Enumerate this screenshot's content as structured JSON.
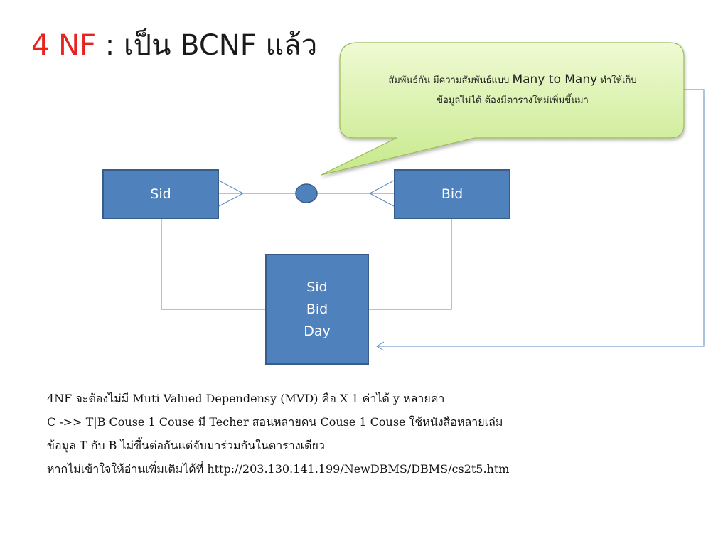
{
  "title": {
    "prefix": "4 NF",
    "rest": " : เป็น BCNF แล้ว"
  },
  "callout": {
    "part1": "สัมพันธ์กัน มีความสัมพันธ์แบบ",
    "emphasis": "Many to Many",
    "part2": "ทำให้เก็บ",
    "line2": "ข้อมูลไม่ได้  ต้องมีตารางใหม่เพิ่มขึ้นมา"
  },
  "entities": {
    "sid": "Sid",
    "bid": "Bid",
    "join": [
      "Sid",
      "Bid",
      "Day"
    ]
  },
  "notes": [
    "4NF จะต้องไม่มี Muti Valued Dependensy  (MVD) คือ  X 1 ค่าได้ y หลายค่า",
    "C ->> T|B   Couse 1 Couse มี Techer สอนหลายคน  Couse 1 Couse ใช้หนังสือหลายเล่ม",
    "ข้อมูล  T กับ B  ไม่ขึ้นต่อกันแต่จับมาร่วมกันในตารางเดียว",
    "หากไม่เข้าใจให้อ่านเพิ่มเติมได้ที่ http://203.130.141.199/NewDBMS/DBMS/cs2t5.htm"
  ],
  "colors": {
    "title_accent": "#e8231f",
    "entity_fill": "#4f81bd",
    "entity_border": "#385d8a",
    "callout_fill": "#d7f0a4",
    "callout_border": "#9bbb59",
    "connector": "#5b86bf"
  }
}
